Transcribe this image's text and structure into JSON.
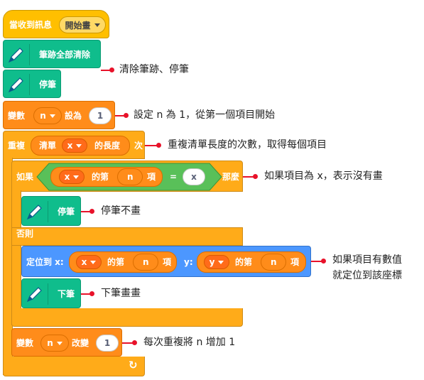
{
  "blocks": {
    "hat": {
      "label": "當收到訊息",
      "menu": "開始畫"
    },
    "pen_clear": {
      "label": "筆跡全部清除"
    },
    "pen_up": {
      "label": "停筆"
    },
    "set_var": {
      "label": "變數",
      "var": "n",
      "mid": "設為",
      "value": "1"
    },
    "repeat": {
      "label": "重複",
      "list_label": "清單",
      "list": "x",
      "length_label": "的長度",
      "suffix": "次"
    },
    "if_block": {
      "label": "如果",
      "left_list": "x",
      "item_of": "的第",
      "index": "n",
      "item": "項",
      "equals": "=",
      "right": "x",
      "then": "那麼",
      "inner_pen_up": "停筆",
      "else_label": "否則"
    },
    "goto": {
      "label": "定位到 x:",
      "x_list": "x",
      "x_of": "的第",
      "x_index": "n",
      "x_item": "項",
      "y_label": "y:",
      "y_list": "y",
      "y_of": "的第",
      "y_index": "n",
      "y_item": "項"
    },
    "pen_down": {
      "label": "下筆"
    },
    "change_var": {
      "label": "變數",
      "var": "n",
      "mid": "改變",
      "value": "1"
    },
    "loop_arrow": "↻"
  },
  "annotations": {
    "a1": "清除筆跡、停筆",
    "a2": "設定 n 為 1，從第一個項目開始",
    "a3": "重複清單長度的次數，取得每個項目",
    "a4": "如果項目為 x，表示沒有畫",
    "a5": "停筆不畫",
    "a6_line1": "如果項目有數值",
    "a6_line2": "就定位到該座標",
    "a7": "下筆畫畫",
    "a8": "每次重複將 n 增加 1"
  },
  "colors": {
    "events": "#FFBF00",
    "pen": "#0FBD8C",
    "variables": "#FF8C1A",
    "control": "#FFAB19",
    "motion": "#4C97FF",
    "operators": "#59C059",
    "annotation": "#E8122A"
  }
}
